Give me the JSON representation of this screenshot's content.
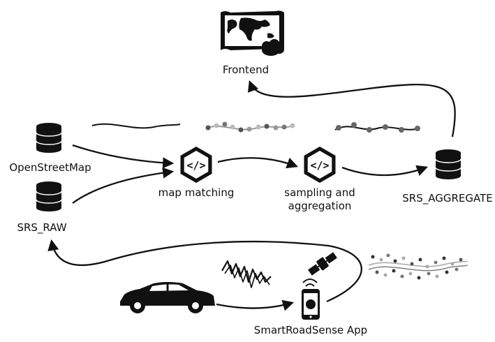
{
  "labels": {
    "frontend": "Frontend",
    "openstreetmap": "OpenStreetMap",
    "srs_raw": "SRS_RAW",
    "map_matching": "map matching",
    "sampling_line1": "sampling and",
    "sampling_line2": "aggregation",
    "srs_aggregate": "SRS_AGGREGATE",
    "app": "SmartRoadSense App"
  },
  "icons": [
    "world-map-icon",
    "database-icon",
    "code-hexagon-icon",
    "car-icon",
    "satellite-icon",
    "smartphone-icon",
    "vibration-signal-icon"
  ],
  "colors": {
    "ink": "#111111",
    "point_grey": "#888888",
    "point_dark": "#3a3a3a",
    "point_light": "#bdbdbd"
  }
}
